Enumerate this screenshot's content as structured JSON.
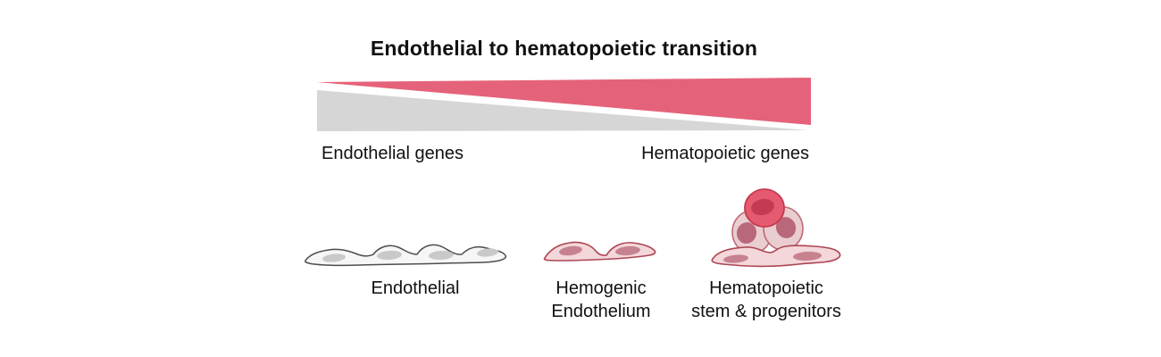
{
  "title": "Endothelial to hematopoietic transition",
  "gradient": {
    "left_label": "Endothelial genes",
    "right_label": "Hematopoietic genes"
  },
  "stages": [
    {
      "label_lines": [
        "Endothelial"
      ]
    },
    {
      "label_lines": [
        "Hemogenic",
        "Endothelium"
      ]
    },
    {
      "label_lines": [
        "Hematopoietic",
        "stem & progenitors"
      ]
    }
  ],
  "colors": {
    "background": "#ffffff",
    "text": "#111111",
    "wedge_pink": "#e5637a",
    "wedge_gray": "#d6d6d6",
    "endo_cell_fill": "#f6f6f6",
    "endo_cell_outline": "#4d4d4d",
    "endo_nucleus": "#c9c9c9",
    "hemo_cell_fill": "#f3d7da",
    "hemo_cell_outline": "#ad4553",
    "hemo_nucleus": "#c7828f",
    "hsc_round_fill": "#e9cdd1",
    "hsc_round_outline": "#c06a78",
    "hsc_round_nucleus": "#b9687a",
    "hsc_top_fill": "#e55a6e",
    "hsc_top_outline": "#c43a52",
    "hsc_top_nucleus": "#c33a52"
  }
}
